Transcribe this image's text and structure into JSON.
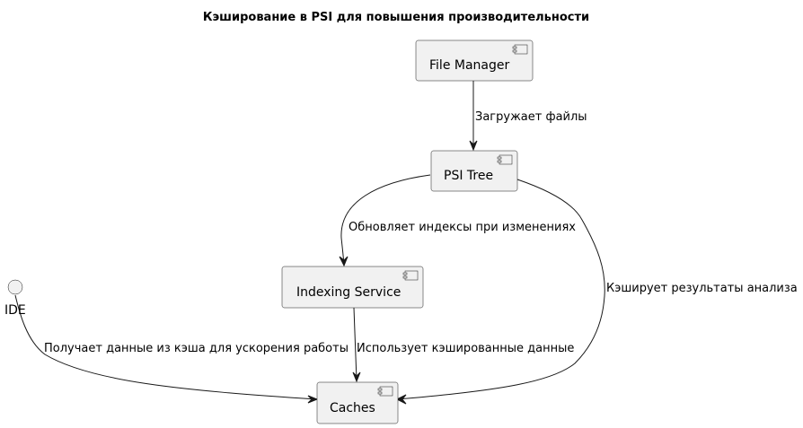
{
  "title": "Кэширование в PSI для повышения производительности",
  "components": {
    "file_manager": "File Manager",
    "psi_tree": "PSI Tree",
    "indexing_service": "Indexing Service",
    "caches": "Caches"
  },
  "interfaces": {
    "ide": "IDE"
  },
  "edges": {
    "fm_to_psi": "Загружает файлы",
    "psi_to_index": "Обновляет индексы при изменениях",
    "psi_to_caches": "Кэширует результаты анализа",
    "index_to_caches": "Использует кэшированные данные",
    "ide_to_caches": "Получает данные из кэша для ускорения работы"
  },
  "colors": {
    "node_fill": "#f1f1f1",
    "stroke": "#181818"
  }
}
